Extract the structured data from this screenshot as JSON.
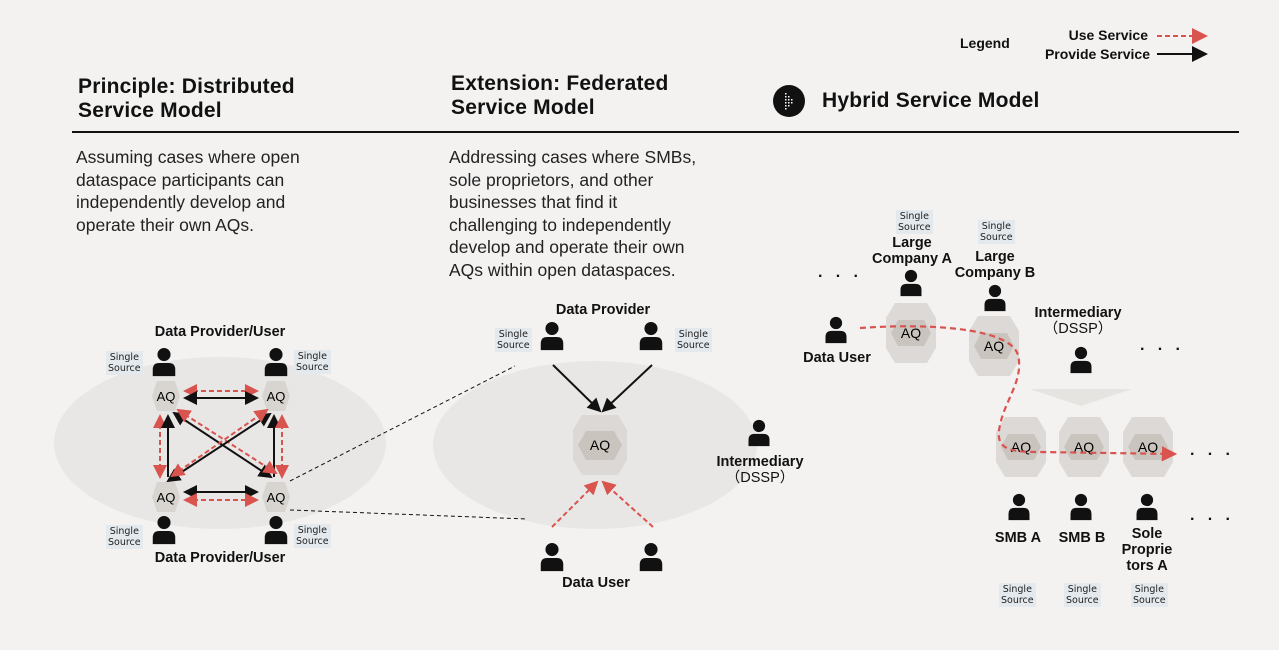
{
  "legend": {
    "title": "Legend",
    "use_service": "Use Service",
    "provide_service": "Provide Service",
    "use_color": "#d9534f",
    "provide_color": "#111111"
  },
  "sections": [
    {
      "title_line1": "Principle: Distributed",
      "title_line2": "Service Model",
      "description": [
        "Assuming cases where open",
        "dataspace participants can",
        "independently develop and",
        "operate their own AQs."
      ]
    },
    {
      "title_line1": "Extension: Federated",
      "title_line2": "Service Model",
      "description": [
        "Addressing cases where SMBs,",
        "sole proprietors, and other",
        "businesses that find it",
        "challenging to independently",
        "develop and operate their own",
        "AQs within open dataspaces."
      ]
    },
    {
      "title": "Hybrid Service Model",
      "icon": "play-circle-icon"
    }
  ],
  "labels": {
    "aq": "AQ",
    "single": "Single",
    "source": "Source",
    "ellipsis": "· · ·",
    "distributed": {
      "top": "Data Provider/User",
      "bottom": "Data Provider/User"
    },
    "federated": {
      "provider": "Data Provider",
      "user": "Data User",
      "intermediary_1": "Intermediary",
      "intermediary_2": "（DSSP）"
    },
    "hybrid": {
      "data_user": "Data User",
      "large_a_1": "Large",
      "large_a_2": "Company A",
      "large_b_1": "Large",
      "large_b_2": "Company B",
      "intermediary_1": "Intermediary",
      "intermediary_2": "（DSSP）",
      "smb_a": "SMB A",
      "smb_b": "SMB B",
      "sole_1": "Sole",
      "sole_2": "Proprie",
      "sole_3": "tors A"
    }
  }
}
